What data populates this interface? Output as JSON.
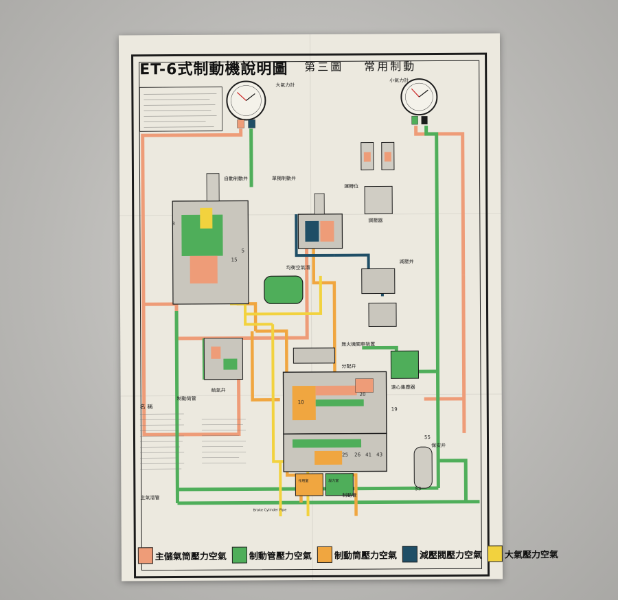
{
  "poster": {
    "title": "ET-6式制動機說明圖",
    "subtitle_figure": "第三圖",
    "subtitle_mode": "常用制動"
  },
  "labels": {
    "main_gauge": "大氣力計",
    "small_gauge": "小氣力計",
    "automatic_brake_valve": "自動制動弁",
    "independent_brake_valve": "單獨制動弁",
    "running_position": "運轉位",
    "feed_valve": "給氣弁",
    "distributing_valve": "分配弁",
    "dead_engine_fixture": "無火機關車裝置",
    "centrifugal_collector": "遠心集塵器",
    "reducing_valve": "減壓弁",
    "pump_governor": "調壓器",
    "safety_valve": "保安弁",
    "equalizing_reservoir": "均衡空氣溜",
    "brake_cylinder_pipe": "制動筒管",
    "brake_pipe": "制動管",
    "cut_out_cock": "主氣溜管",
    "pressure_chamber": "壓力室",
    "application_chamber": "作用室",
    "legend_title": "名 稱",
    "brake_cylinder_label": "Brake Cylinder Pipe"
  },
  "legend": [
    {
      "label": "主儲氣筒壓力空氣",
      "color": "#ee9c78"
    },
    {
      "label": "制動管壓力空氣",
      "color": "#4fae5a"
    },
    {
      "label": "制動筒壓力空氣",
      "color": "#f0a640"
    },
    {
      "label": "減壓閥壓力空氣",
      "color": "#1f4e66"
    },
    {
      "label": "大氣壓力空氣",
      "color": "#f2d23e"
    }
  ],
  "callouts": [
    "3",
    "5",
    "15",
    "10",
    "19",
    "20",
    "25",
    "26",
    "41",
    "43",
    "53",
    "55"
  ],
  "colors": {
    "main_reservoir": "#ee9c78",
    "brake_pipe": "#4fae5a",
    "brake_cylinder": "#f0a640",
    "reducing": "#1f4e66",
    "atmosphere": "#f2d23e",
    "paper": "#ece9df",
    "ink": "#1b1b1b"
  }
}
